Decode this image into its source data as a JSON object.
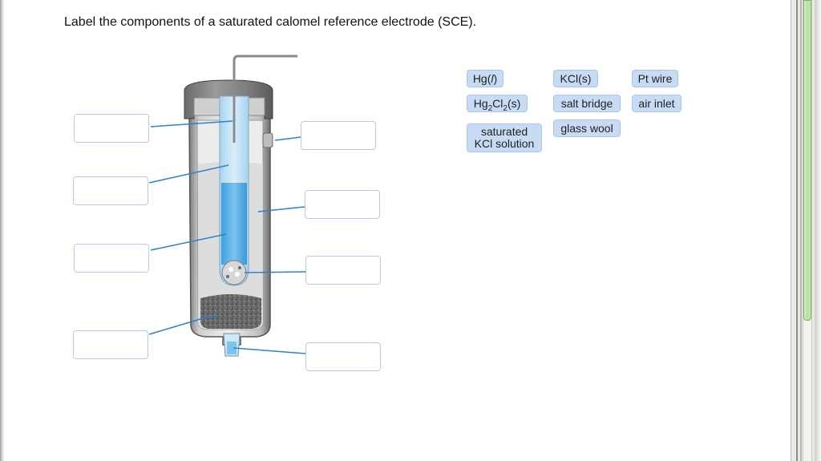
{
  "question": "Label the components of a saturated calomel reference electrode (SCE).",
  "labels": {
    "hg_l": {
      "base": "Hg(",
      "italic": "l",
      "tail": ")"
    },
    "kcl_s": "KCl(s)",
    "pt_wire": "Pt wire",
    "hg2cl2": {
      "a": "Hg",
      "s1": "2",
      "b": "Cl",
      "s2": "2",
      "c": "(s)"
    },
    "salt_bridge": "salt bridge",
    "air_inlet": "air inlet",
    "saturated_kcl": {
      "line1": "saturated",
      "line2": "KCl solution"
    },
    "glass_wool": "glass wool"
  },
  "colors": {
    "chip_bg": "#c7dcf4",
    "leader": "#2f7fd0",
    "drop_border": "#b7cbe7",
    "scrollbar": "#b6dca0"
  }
}
